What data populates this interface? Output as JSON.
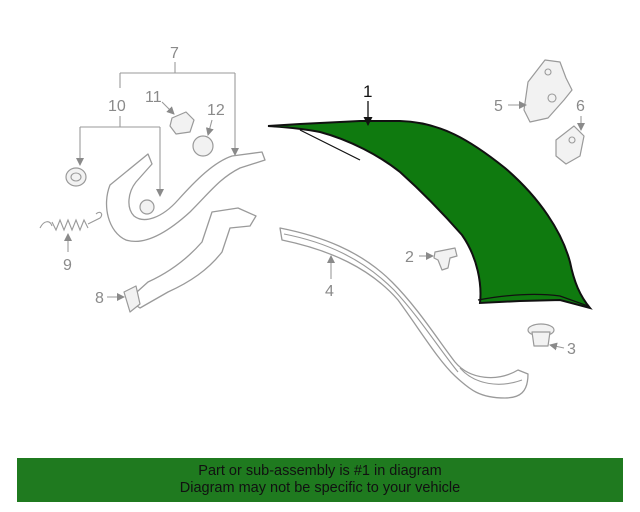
{
  "colors": {
    "highlight_fill": "#0f7a0f",
    "banner_bg": "#1f7a1f",
    "line_gray": "#9a9a9a"
  },
  "callouts": {
    "c1": "1",
    "c2": "2",
    "c3": "3",
    "c4": "4",
    "c5": "5",
    "c6": "6",
    "c7": "7",
    "c8": "8",
    "c9": "9",
    "c10": "10",
    "c11": "11",
    "c12": "12"
  },
  "banner": {
    "line1": "Part or sub-assembly is #1 in diagram",
    "line2": "Diagram may not be specific to your vehicle"
  }
}
